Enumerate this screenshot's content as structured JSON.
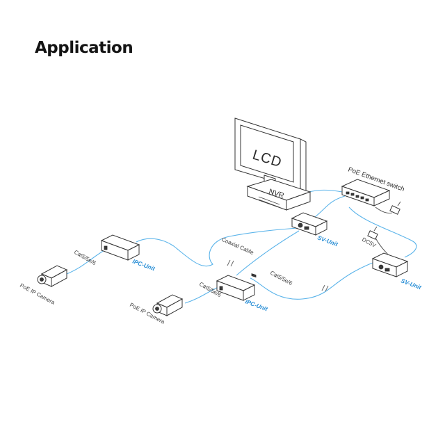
{
  "title": "Application",
  "labels": {
    "lcd": "LCD",
    "nvr": "NVR",
    "switch": "PoE Ethernet switch",
    "coaxial": "Coaxial Cable",
    "cat_left": "Cat5/5e/6",
    "cat_mid": "Cat5/5e/6",
    "cat_right": "Cat5/5e/6",
    "dc": "DC5V",
    "sv_unit_top": "SV-Unit",
    "sv_unit_right": "SV-Unit",
    "ipc_unit_left": "IPC-Unit",
    "ipc_unit_mid": "IPC-Unit",
    "camera_left": "PoE IP Camera",
    "camera_mid": "PoE IP Camera"
  },
  "colors": {
    "cable_blue": "#5bb4ea",
    "unit_label_blue": "#2a8fd6",
    "line_dark": "#333333"
  }
}
